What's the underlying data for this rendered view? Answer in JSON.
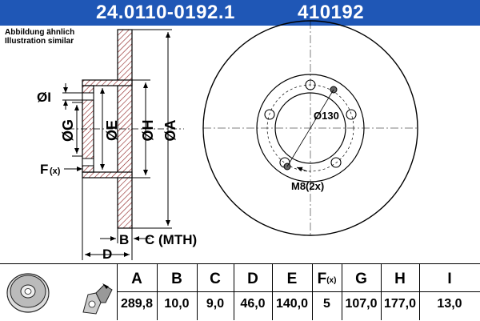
{
  "header": {
    "part_number": "24.0110-0192.1",
    "ref_number": "410192"
  },
  "note": {
    "line1": "Abbildung ähnlich",
    "line2": "Illustration similar"
  },
  "labels": {
    "dia_i": "ØI",
    "dia_g": "ØG",
    "dia_e": "ØE",
    "dia_h": "ØH",
    "dia_a": "ØA",
    "f": "F",
    "f_sub": "(x)",
    "b": "B",
    "c": "C (MTH)",
    "d": "D",
    "pcd": "Ø130",
    "thread": "M8(2x)"
  },
  "table": {
    "columns": [
      {
        "key": "A",
        "value": "289,8"
      },
      {
        "key": "B",
        "value": "10,0"
      },
      {
        "key": "C",
        "value": "9,0"
      },
      {
        "key": "D",
        "value": "46,0"
      },
      {
        "key": "E",
        "value": "140,0"
      },
      {
        "key": "F",
        "key_sub": "(x)",
        "value": "5"
      },
      {
        "key": "G",
        "value": "107,0"
      },
      {
        "key": "H",
        "value": "177,0"
      },
      {
        "key": "I",
        "value": "13,0"
      }
    ]
  },
  "colors": {
    "brand_blue": "#1f57b6",
    "hatch": "#8b1c1c",
    "line": "#000000"
  }
}
